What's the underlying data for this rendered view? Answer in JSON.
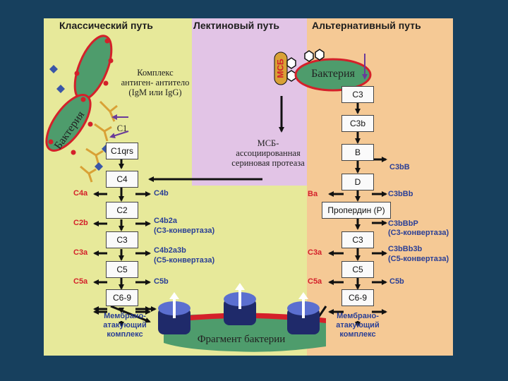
{
  "headers": {
    "classic": "Классический путь",
    "lectin": "Лектиновый путь",
    "alternative": "Альтернативный путь"
  },
  "classic": {
    "complex_label": "Комплекс антиген- антитело (IgM или IgG)",
    "bacteria": "Бактерия",
    "c1": "C1",
    "steps": [
      "C1qrs",
      "C4",
      "C2",
      "C3",
      "C5",
      "C6-9"
    ],
    "left_products": [
      "C4a",
      "C2b",
      "C3a",
      "C5a"
    ],
    "right_products": [
      "C4b",
      "C4b2a",
      "(C3-конвертаза)",
      "C4b2a3b",
      "(C5-конвертаза)",
      "C5b"
    ],
    "mac": "Мембрано- атакующий комплекс"
  },
  "lectin": {
    "msb": "МСБ",
    "protease": "МСБ- ассоциированная сериновая протеаза"
  },
  "alternative": {
    "bacteria": "Бактерия",
    "steps": [
      "C3",
      "C3b",
      "B",
      "D",
      "Пропердин (P)",
      "C3",
      "C5",
      "C6-9"
    ],
    "left_products": [
      "Ba",
      "C3a",
      "C5a"
    ],
    "right_products": [
      "C3bB",
      "C3bBb",
      "C3bBbP",
      "(C3-конвертаза)",
      "C3bBb3b",
      "(C5-конвертаза)",
      "C5b"
    ],
    "mac": "Мембрано- атакующий комплекс"
  },
  "bottom": {
    "fragment": "Фрагмент бактерии"
  },
  "colors": {
    "red": "#d4202a",
    "blue": "#2a3f96",
    "green": "#4e9c6c"
  }
}
